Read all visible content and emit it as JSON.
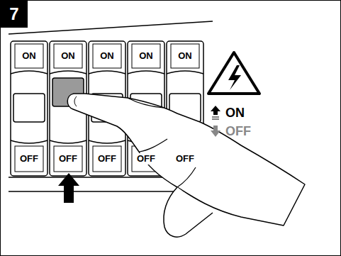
{
  "diagram": {
    "nodes": [
      {
        "text": [
          "7"
        ]
      }
    ],
    "labels": [
      "ON",
      "ON",
      "ON",
      "ON",
      "ON",
      "OFF",
      "OFF",
      "OFF",
      "OFF",
      "OFF"
    ],
    "legend": [
      {
        "text": "ON"
      },
      {
        "text": "OFF"
      }
    ]
  }
}
